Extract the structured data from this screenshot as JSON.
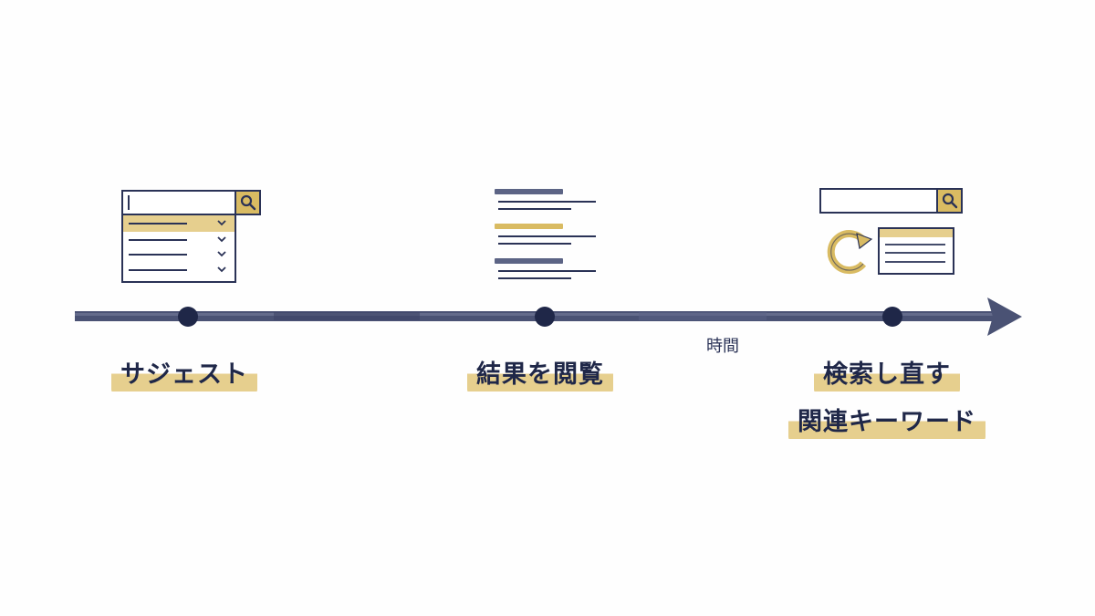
{
  "axis": {
    "label": "時間"
  },
  "stages": [
    {
      "id": "suggest",
      "label": "サジェスト"
    },
    {
      "id": "browse",
      "label": "結果を閲覧"
    },
    {
      "id": "research",
      "label": "検索し直す"
    },
    {
      "id": "related",
      "label": "関連キーワード"
    }
  ],
  "colors": {
    "navy": "#2a3256",
    "navy_light": "#5c6485",
    "gold": "#d9bb62",
    "gold_soft": "#e6cf8e",
    "background": "#fefefe"
  },
  "icons": [
    "search-box-with-suggestions",
    "search-results-list",
    "search-box-with-refresh"
  ]
}
